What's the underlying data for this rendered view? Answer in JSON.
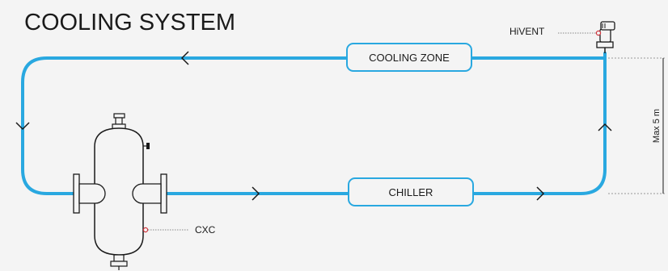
{
  "title": "COOLING SYSTEM",
  "components": {
    "cooling_zone": "COOLING ZONE",
    "chiller": "CHILLER",
    "hivent": "HiVENT",
    "cxc": "CXC"
  },
  "dimension": "Max 5 m",
  "colors": {
    "pipe": "#29a8e0",
    "text": "#1a1a1a",
    "marker": "#d0343c",
    "background": "#f4f4f4"
  }
}
